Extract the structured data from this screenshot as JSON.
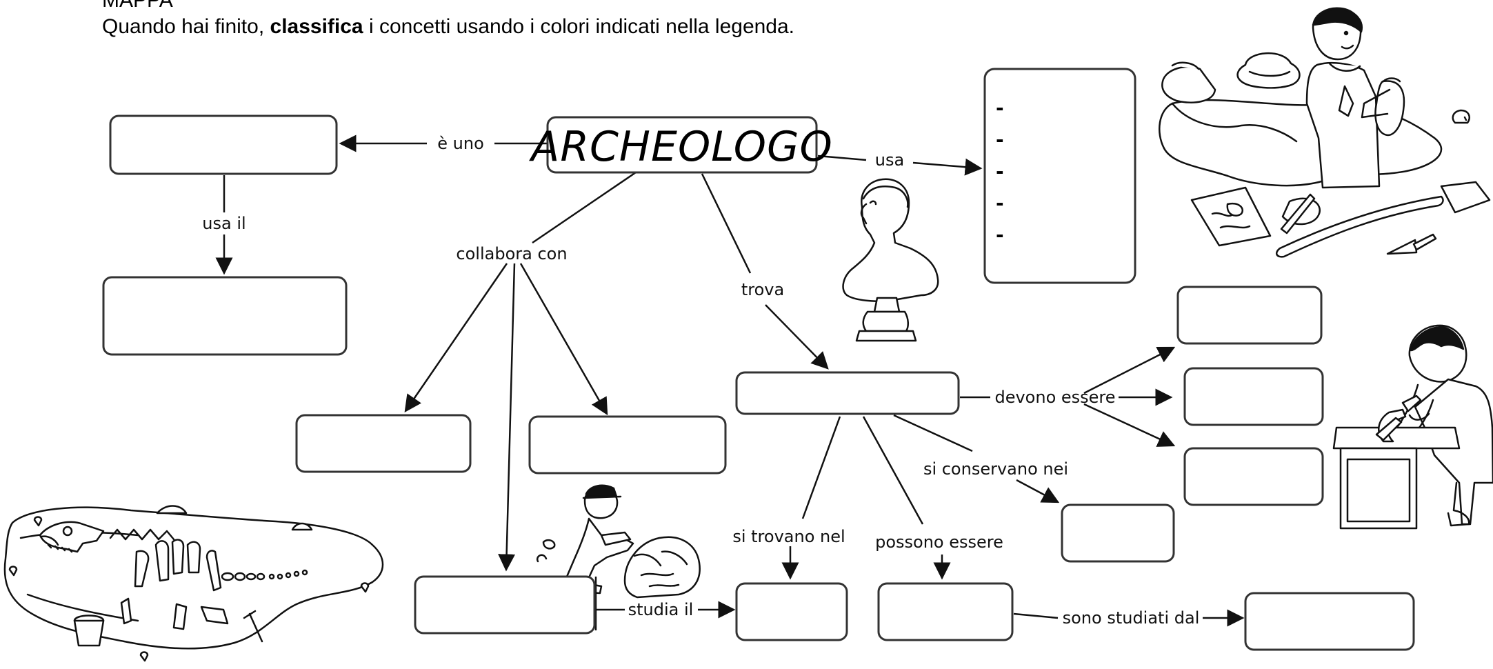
{
  "header": {
    "title": "MAPPA",
    "instruction_pre": "Quando hai finito, ",
    "instruction_bold": "classifica",
    "instruction_post": " i concetti usando i colori indicati nella legenda."
  },
  "central_concept": "ARCHEOLOGO",
  "links": {
    "e_uno": "è uno",
    "usa": "usa",
    "usa_il": "usa il",
    "collabora_con": "collabora con",
    "trova": "trova",
    "devono_essere": "devono essere",
    "si_conservano_nei": "si conservano nei",
    "si_trovano_nel": "si trovano nel",
    "possono_essere": "possono essere",
    "studia_il": "studia il",
    "sono_studiati_dal": "sono studiati dal"
  },
  "tools_list": [
    "-",
    "-",
    "-",
    "-",
    "-"
  ],
  "illustrations": [
    "archaeologist-digging-icon",
    "bust-statue-icon",
    "scientist-microscope-icon",
    "worker-rock-icon",
    "dinosaur-fossil-dig-icon"
  ]
}
